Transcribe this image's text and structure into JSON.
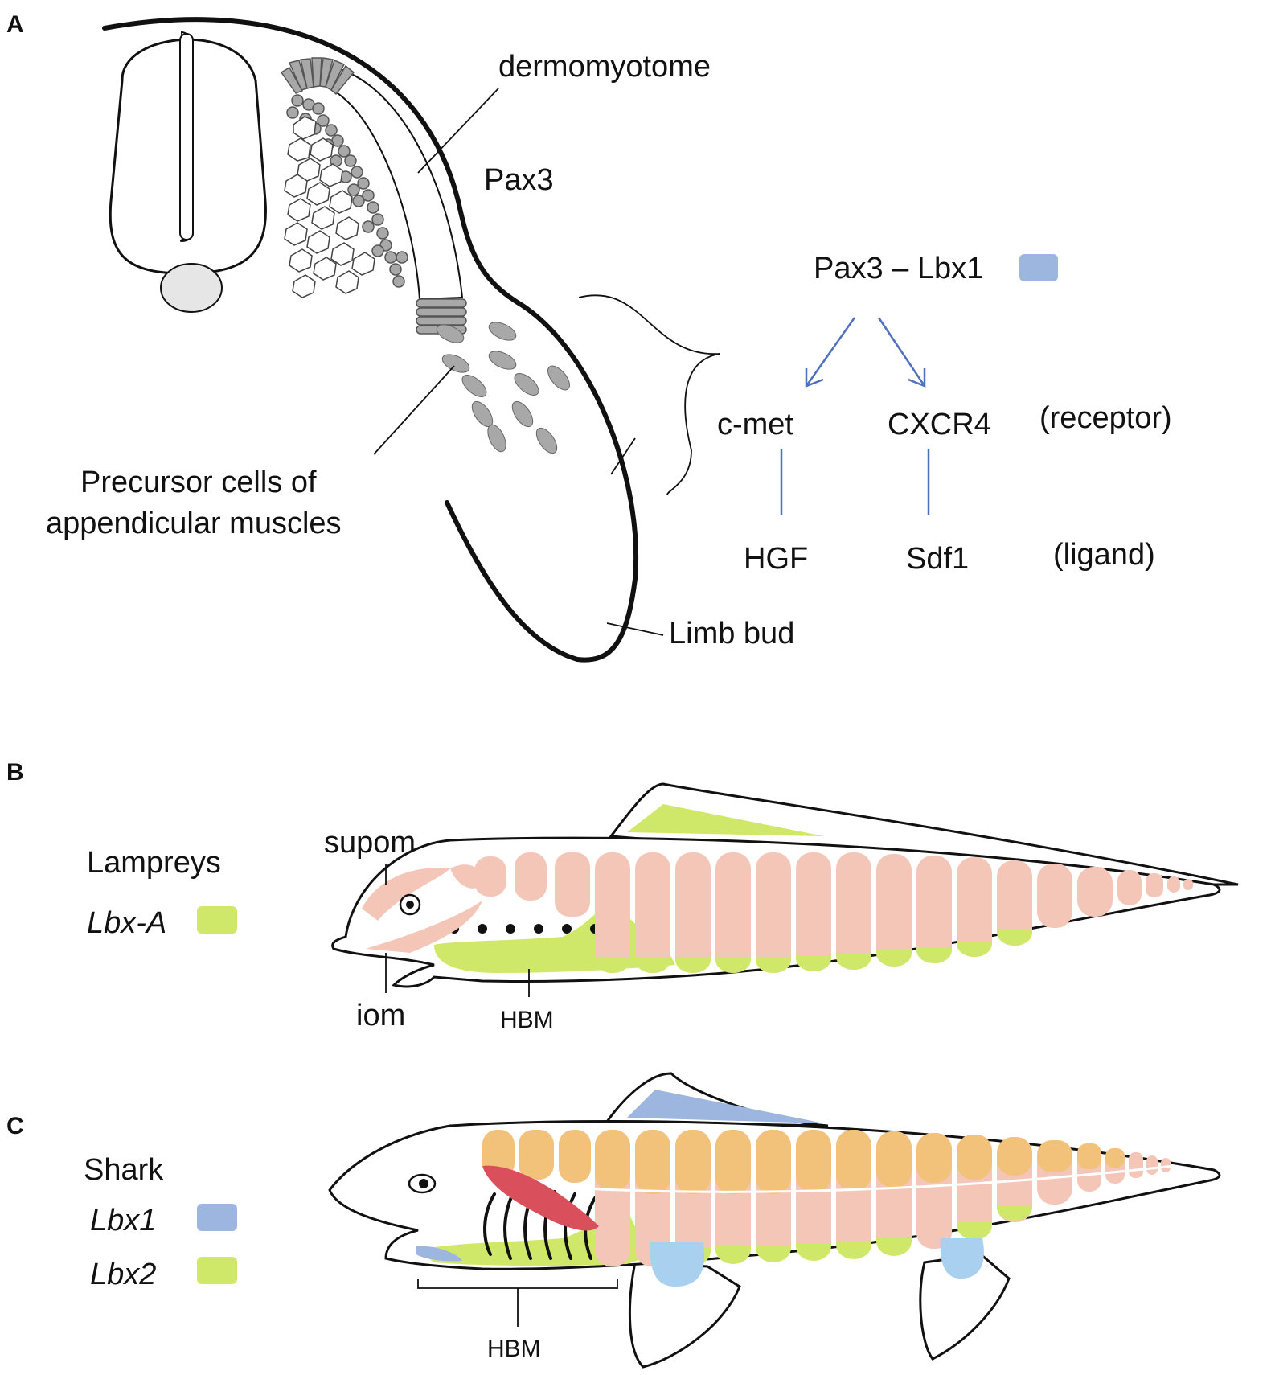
{
  "panels": {
    "a": "A",
    "b": "B",
    "c": "C"
  },
  "panel_a": {
    "dermomyotome": "dermomyotome",
    "pax3": "Pax3",
    "precursor_line1": "Precursor cells of",
    "precursor_line2": "appendicular muscles",
    "limb_bud": "Limb bud",
    "pathway": {
      "top": "Pax3 – Lbx1",
      "left_receptor": "c-met",
      "right_receptor": "CXCR4",
      "receptor_note": "(receptor)",
      "left_ligand": "HGF",
      "right_ligand": "Sdf1",
      "ligand_note": "(ligand)"
    }
  },
  "panel_b": {
    "species": "Lampreys",
    "gene": "Lbx-A",
    "supom": "supom",
    "iom": "iom",
    "hbm": "HBM"
  },
  "panel_c": {
    "species": "Shark",
    "gene1": "Lbx1",
    "gene2": "Lbx2",
    "hbm": "HBM"
  },
  "colors": {
    "lbx1_blue": "#9db6e0",
    "lbx_green": "#d0e86a",
    "muscle_pink": "#f4c6b8",
    "epaxial_orange": "#f2c27a",
    "red_muscle": "#d9505c",
    "fin_lightblue": "#a9d0ef",
    "arrow_blue": "#4f6fbf"
  }
}
